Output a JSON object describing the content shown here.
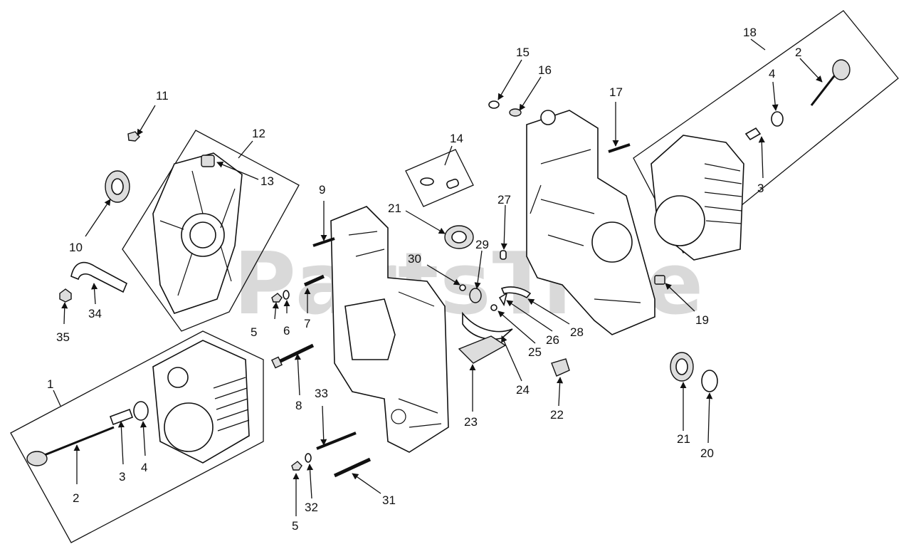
{
  "watermark": "PartsTree",
  "callouts": {
    "c1": "1",
    "c2a": "2",
    "c3a": "3",
    "c4a": "4",
    "c5a": "5",
    "c6": "6",
    "c7": "7",
    "c8": "8",
    "c9": "9",
    "c10": "10",
    "c11": "11",
    "c12": "12",
    "c13": "13",
    "c14": "14",
    "c15": "15",
    "c16": "16",
    "c17": "17",
    "c18": "18",
    "c19": "19",
    "c20": "20",
    "c21a": "21",
    "c21b": "21",
    "c22": "22",
    "c23": "23",
    "c24": "24",
    "c25": "25",
    "c26": "26",
    "c27": "27",
    "c28": "28",
    "c29": "29",
    "c30": "30",
    "c31": "31",
    "c32": "32",
    "c33": "33",
    "c34": "34",
    "c35": "35",
    "c2b": "2",
    "c3b": "3",
    "c4b": "4",
    "c5b": "5"
  }
}
